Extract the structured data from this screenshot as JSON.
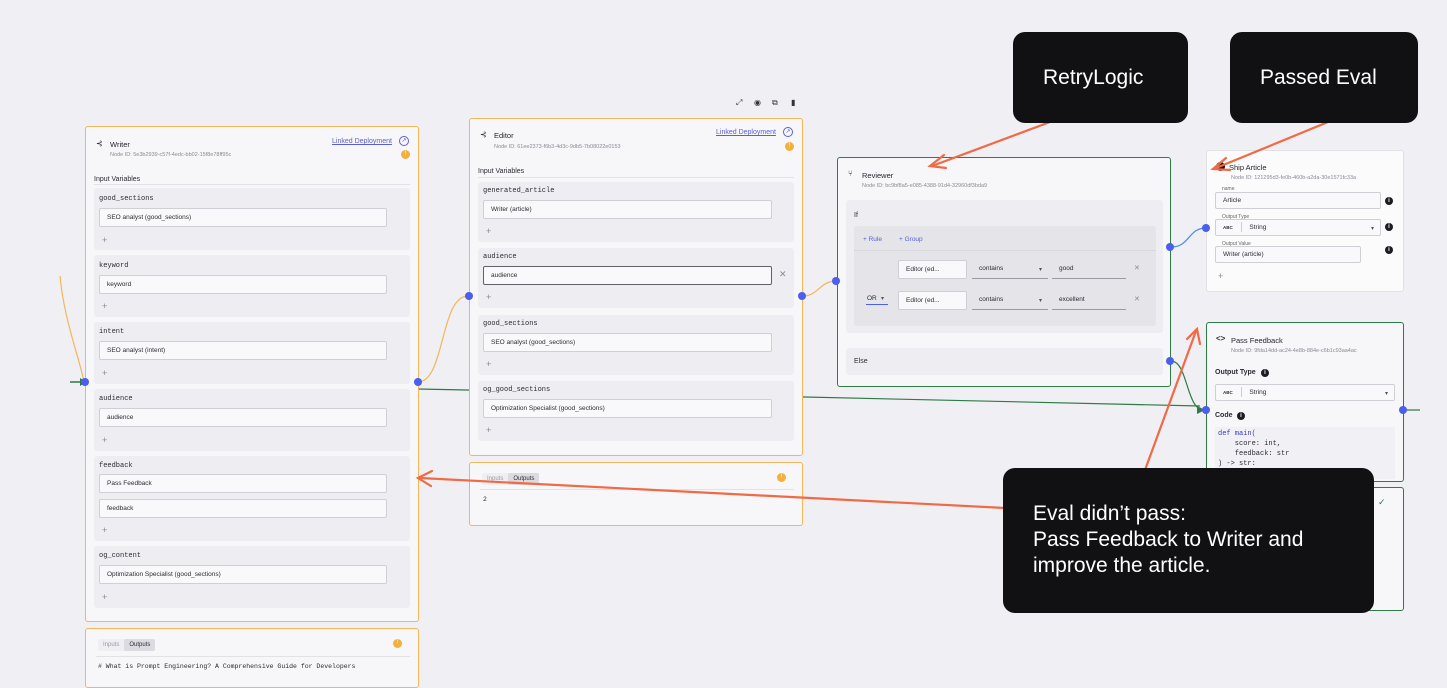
{
  "writer": {
    "title": "Writer",
    "node_id": "Node ID: 5e3b2939-c57f-4edc-bb02-15f8e78ff95c",
    "link": "Linked Deployment",
    "input_variables_label": "Input Variables",
    "vars": [
      {
        "name": "good_sections",
        "values": [
          "SEO analyst (good_sections)"
        ]
      },
      {
        "name": "keyword",
        "values": [
          "keyword"
        ]
      },
      {
        "name": "intent",
        "values": [
          "SEO analyst (intent)"
        ]
      },
      {
        "name": "audience",
        "values": [
          "audience"
        ]
      },
      {
        "name": "feedback",
        "values": [
          "Pass Feedback",
          "feedback"
        ]
      },
      {
        "name": "og_content",
        "values": [
          "Optimization Specialist (good_sections)"
        ]
      }
    ],
    "output_tabs": [
      "Inputs",
      "Outputs"
    ],
    "output_text": "# What is Prompt Engineering? A Comprehensive Guide for Developers"
  },
  "editor": {
    "title": "Editor",
    "node_id": "Node ID: 61ee2373-f6b3-4d3c-9db5-7b08022e0153",
    "link": "Linked Deployment",
    "input_variables_label": "Input Variables",
    "vars": [
      {
        "name": "generated_article",
        "value": "Writer (article)"
      },
      {
        "name": "audience",
        "value": "audience"
      },
      {
        "name": "good_sections",
        "value": "SEO analyst (good_sections)"
      },
      {
        "name": "og_good_sections",
        "value": "Optimization Specialist (good_sections)"
      }
    ],
    "output_tabs": [
      "Inputs",
      "Outputs"
    ],
    "output_text": "2",
    "toolbar_icons": [
      "expand-icon",
      "play-icon",
      "copy-icon",
      "trash-icon"
    ]
  },
  "reviewer": {
    "title": "Reviewer",
    "node_id": "Node ID: bc9bf8a5-e085-4388-91d4-32960df3bda9",
    "if_label": "If",
    "add_rule": "+ Rule",
    "add_group": "+ Group",
    "conditions": [
      {
        "combinator": "",
        "left": "Editor (ed...",
        "op": "contains",
        "right": "good"
      },
      {
        "combinator": "OR",
        "left": "Editor (ed...",
        "op": "contains",
        "right": "excellent"
      }
    ],
    "else_label": "Else"
  },
  "ship_article": {
    "title": "Ship Article",
    "node_id": "Node ID: 121295d3-fe0b-460b-a2da-30e1571fc33a",
    "name_label": "name",
    "name_value": "Article",
    "output_type_label": "Output Type",
    "type_prefix": "ABC",
    "output_type_value": "String",
    "output_value_label": "Output Value",
    "output_value": "Writer (article)"
  },
  "pass_feedback": {
    "title": "Pass Feedback",
    "node_id": "Node ID: 9fda14dd-ac24-4e8b-884e-c6b1c93aa4ac",
    "output_type_label": "Output Type",
    "type_prefix": "ABC",
    "output_type_value": "String",
    "code_label": "Code",
    "code_lines": [
      "def main(",
      "    score: int,",
      "    feedback: str",
      ") -> str:"
    ]
  },
  "callouts": {
    "retry": "RetryLogic",
    "passed": "Passed Eval",
    "failed_lines": [
      "Eval didn’t pass:",
      "Pass Feedback to Writer and",
      "improve the article."
    ]
  },
  "colors": {
    "accent_blue": "#4a5ef0",
    "annotation_red": "#f06a45",
    "node_orange": "#f3b65a",
    "node_green": "#2f7a45",
    "link": "#5a5fd6"
  }
}
